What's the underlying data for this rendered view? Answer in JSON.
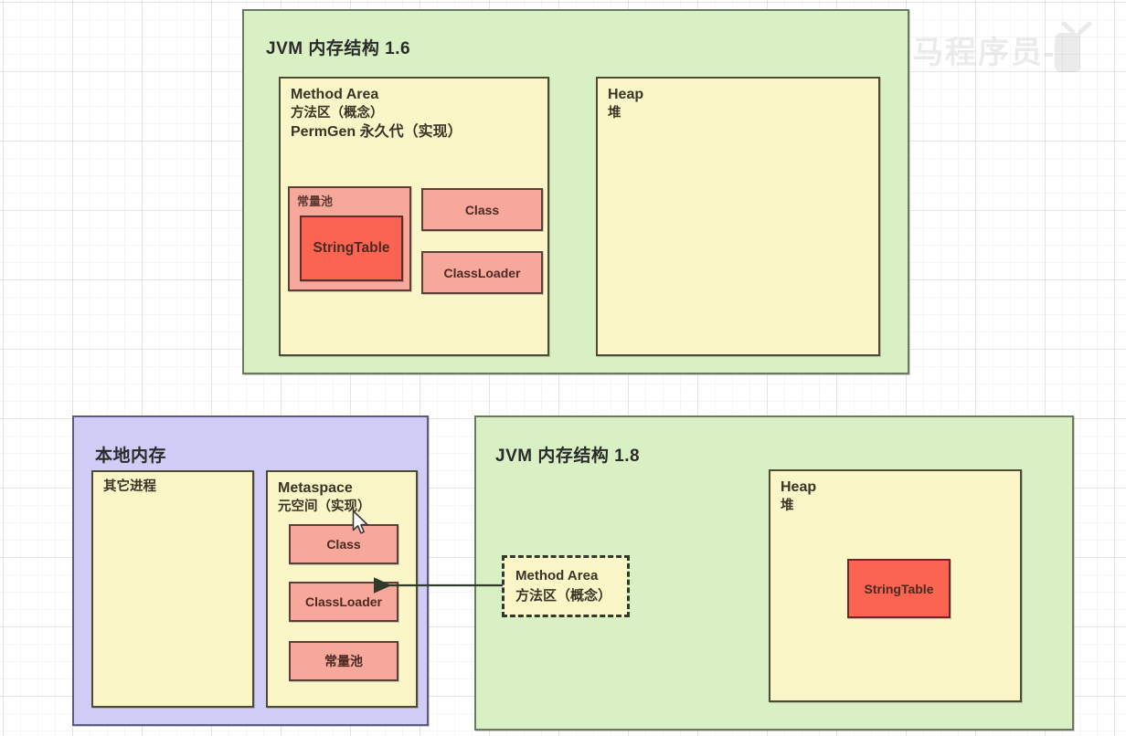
{
  "diagram": {
    "title_16": "JVM 内存结构 1.6",
    "title_18": "JVM 内存结构 1.8",
    "native_memory_title": "本地内存",
    "method_area": {
      "en": "Method Area",
      "cn_concept": "方法区（概念）",
      "cn_impl": "PermGen 永久代（实现）"
    },
    "heap_16": {
      "en": "Heap",
      "cn": "堆"
    },
    "heap_18": {
      "en": "Heap",
      "cn": "堆"
    },
    "constant_pool_16": "常量池",
    "string_table_16": "StringTable",
    "string_table_18": "StringTable",
    "class_16": "Class",
    "class_loader_16": "ClassLoader",
    "other_process": "其它进程",
    "metaspace": {
      "en": "Metaspace",
      "cn": "元空间（实现）"
    },
    "metaspace_items": [
      "Class",
      "ClassLoader",
      "常量池"
    ],
    "dashed_method_area": {
      "en": "Method Area",
      "cn": "方法区（概念）"
    }
  },
  "watermark": {
    "text": "黑马程序员-",
    "logo": "bilibili-logo"
  },
  "colors": {
    "panel_green": "#d9f0c4",
    "panel_purple": "#cfcdf5",
    "box_yellow": "#fbf6c8",
    "box_salmon": "#f8a79b",
    "box_red": "#fa6450",
    "border_dark": "#4e5a42"
  }
}
